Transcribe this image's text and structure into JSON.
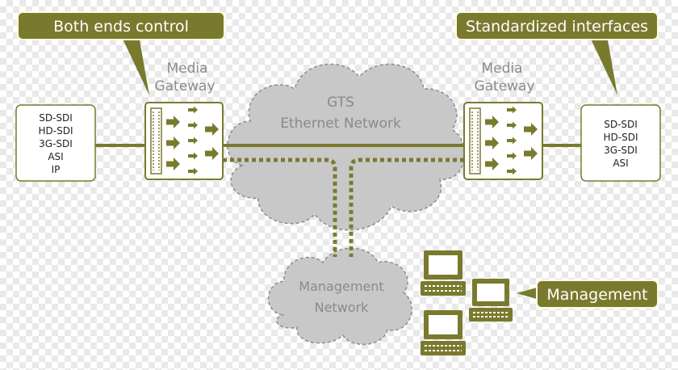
{
  "callouts": {
    "left": "Both ends control",
    "right": "Standardized interfaces",
    "bottom": "Management"
  },
  "gateway_left": {
    "line1": "Media",
    "line2": "Gateway"
  },
  "gateway_right": {
    "line1": "Media",
    "line2": "Gateway"
  },
  "cloud_main": {
    "line1": "GTS",
    "line2": "Ethernet Network"
  },
  "cloud_mgmt": {
    "line1": "Management",
    "line2": "Network"
  },
  "interfaces_left": [
    "SD-SDI",
    "HD-SDI",
    "3G-SDI",
    "ASI",
    "IP"
  ],
  "interfaces_right": [
    "SD-SDI",
    "HD-SDI",
    "3G-SDI",
    "ASI"
  ],
  "colors": {
    "olive": "#7a7a2e",
    "cloud_fill": "#c8c8c8",
    "cloud_stroke": "#8c8c8c",
    "text_gray": "#8a8a8a"
  }
}
